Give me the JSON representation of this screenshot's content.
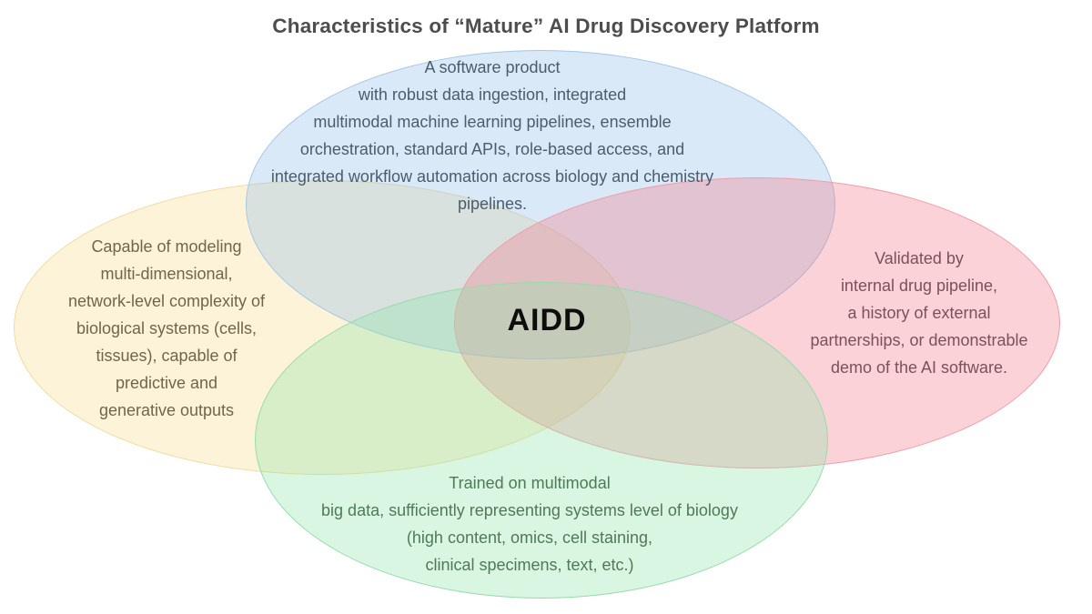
{
  "title": "Characteristics of “Mature” AI Drug Discovery Platform",
  "center_label": "AIDD",
  "sets": {
    "software": {
      "position": "top",
      "color_name": "blue",
      "fill": "#d9e9f8",
      "border": "#a5c6e9",
      "text_color": "#4b5c6e",
      "lines": [
        "A software product",
        "with robust data ingestion, integrated",
        "multimodal machine learning pipelines, ensemble",
        "orchestration, standard APIs, role-based access, and",
        "integrated workflow automation across biology and chemistry",
        "pipelines."
      ]
    },
    "modeling": {
      "position": "left",
      "color_name": "yellow",
      "fill": "#fdf3d8",
      "border": "#f0db9e",
      "text_color": "#70664c",
      "lines": [
        "Capable of modeling",
        "multi-dimensional,",
        "network-level complexity of",
        "biological systems (cells,",
        "tissues), capable of",
        "predictive and",
        "generative outputs"
      ]
    },
    "validation": {
      "position": "right",
      "color_name": "red",
      "fill": "#fad2d7",
      "border": "#f29ca6",
      "text_color": "#7d505c",
      "lines": [
        "Validated by",
        "internal drug pipeline,",
        "a history of external",
        "partnerships, or demonstrable",
        "demo of the AI software."
      ]
    },
    "data": {
      "position": "bottom",
      "color_name": "green",
      "fill": "#d9f6e2",
      "border": "#93dcab",
      "text_color": "#4f7a58",
      "lines": [
        "Trained on multimodal",
        "big data, sufficiently representing systems level of biology",
        "(high content, omics, cell staining,",
        "clinical specimens, text, etc.)"
      ]
    }
  }
}
